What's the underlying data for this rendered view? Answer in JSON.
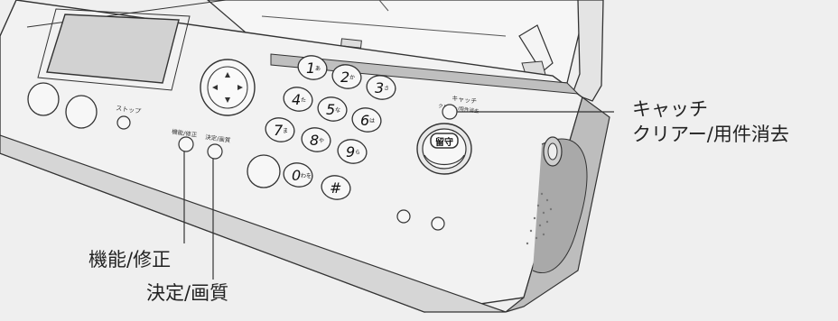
{
  "panel": {
    "stop_label": "ストップ",
    "function_label": "機能/修正",
    "enter_label": "決定/画質",
    "catch_label_1": "キャッチ",
    "catch_label_2": "クリアー/用件消去",
    "answer_label": "留守"
  },
  "keypad": [
    {
      "digit": "1",
      "kana": "あ"
    },
    {
      "digit": "2",
      "kana": "か"
    },
    {
      "digit": "3",
      "kana": "さ"
    },
    {
      "digit": "4",
      "kana": "た"
    },
    {
      "digit": "5",
      "kana": "な"
    },
    {
      "digit": "6",
      "kana": "は"
    },
    {
      "digit": "7",
      "kana": "ま"
    },
    {
      "digit": "8",
      "kana": "や"
    },
    {
      "digit": "9",
      "kana": "ら"
    },
    {
      "digit": "0",
      "kana": "わを"
    },
    {
      "digit": "#",
      "kana": ""
    }
  ],
  "callouts": {
    "catch_line1": "キャッチ",
    "catch_line2": "クリアー/用件消去",
    "function": "機能/修正",
    "enter": "決定/画質"
  }
}
